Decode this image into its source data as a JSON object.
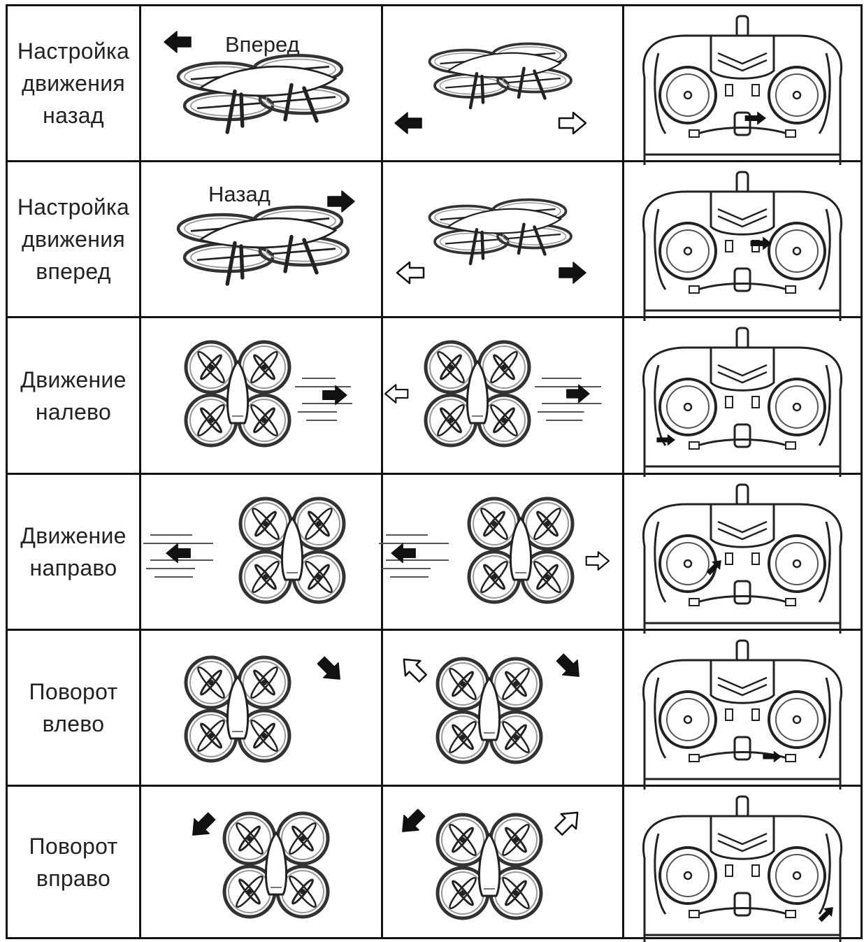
{
  "rows": [
    {
      "label": "Настройка\nдвижения\nназад",
      "caption": "Вперед",
      "drone_view": "side",
      "col2_arrow": "solid-left",
      "col3_arrows": [
        "solid-left",
        "outline-right"
      ],
      "controller_arrow": "trim-forward"
    },
    {
      "label": "Настройка\nдвижения\nвперед",
      "caption": "Назад",
      "drone_view": "side",
      "col2_arrow": "solid-right",
      "col3_arrows": [
        "outline-left",
        "solid-right"
      ],
      "controller_arrow": "trim-backward"
    },
    {
      "label": "Движение\nналево",
      "drone_view": "top",
      "col2_arrow": "solid-right-wind",
      "col3_arrows": [
        "outline-left",
        "solid-right-wind"
      ],
      "controller_arrow": "trim-left"
    },
    {
      "label": "Движение\nнаправо",
      "drone_view": "top",
      "col2_arrow": "solid-left-wind",
      "col3_arrows": [
        "solid-left-wind",
        "outline-right"
      ],
      "controller_arrow": "trim-right"
    },
    {
      "label": "Поворот\nвлево",
      "drone_view": "top",
      "col2_arrow": "solid-down-right",
      "col3_arrows": [
        "outline-up-left",
        "solid-down-right"
      ],
      "controller_arrow": "trim-rotate-left"
    },
    {
      "label": "Поворот\nвправо",
      "drone_view": "top",
      "col2_arrow": "solid-down-left",
      "col3_arrows": [
        "solid-down-left",
        "outline-up-right"
      ],
      "controller_arrow": "trim-rotate-right"
    }
  ]
}
